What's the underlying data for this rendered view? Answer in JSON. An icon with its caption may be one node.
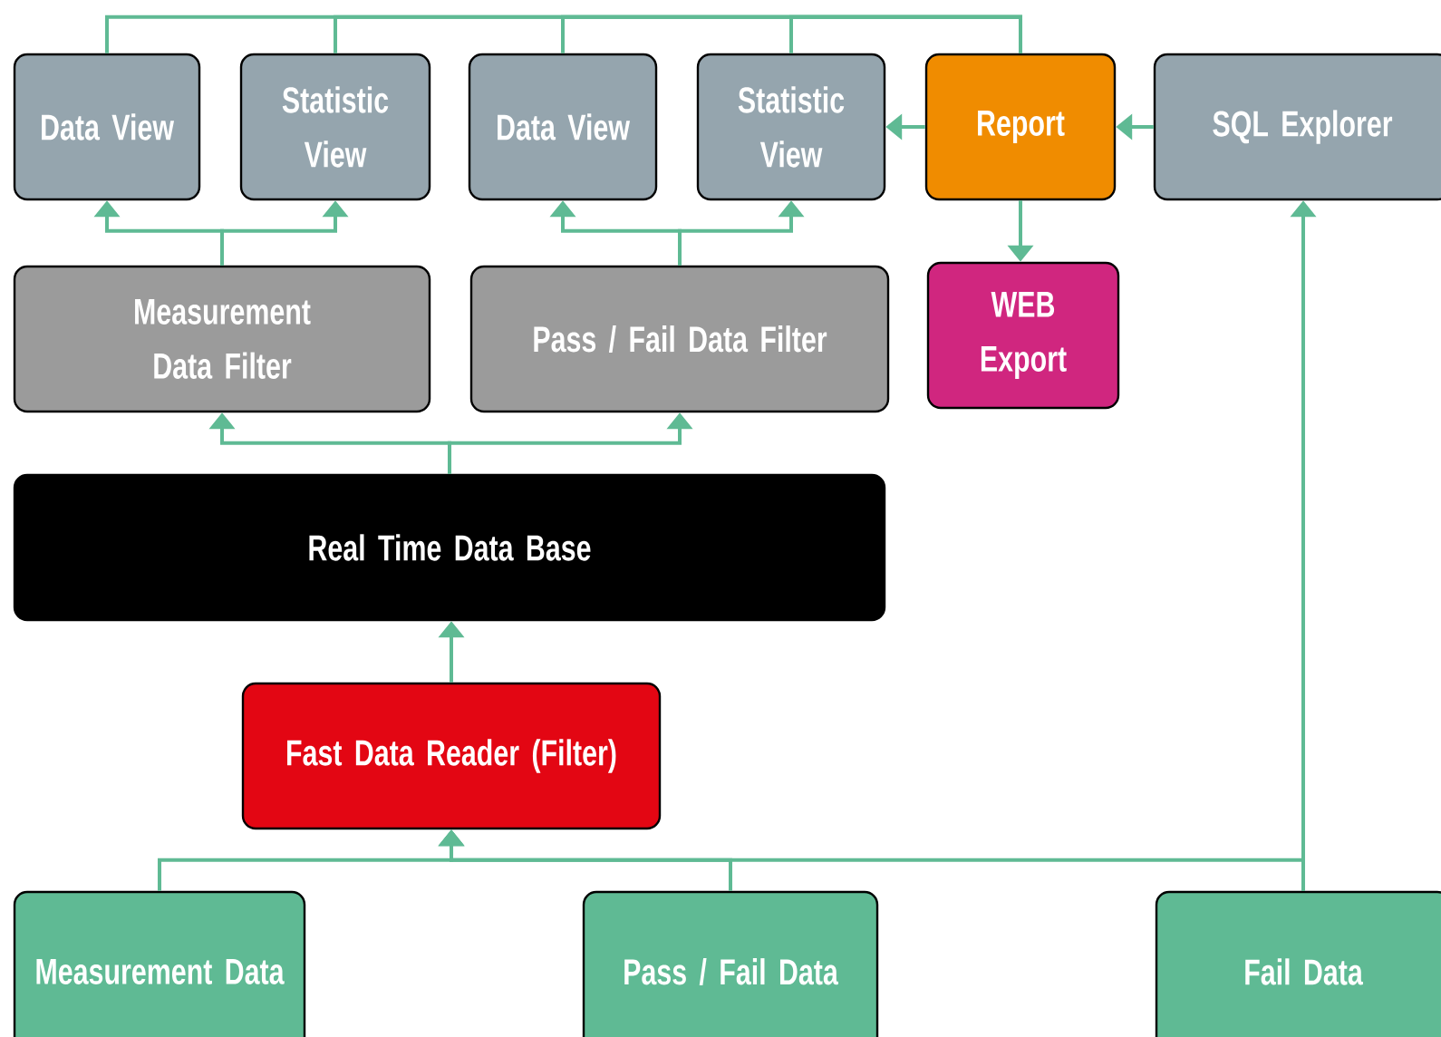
{
  "diagram": {
    "nodes": [
      {
        "text": [
          "Data View"
        ]
      },
      {
        "text": [
          "Statistic View"
        ]
      },
      {
        "text": [
          "Data View"
        ]
      },
      {
        "text": [
          "Statistic View"
        ]
      },
      {
        "text": [
          "Report"
        ]
      },
      {
        "text": [
          "SQL Explorer"
        ]
      },
      {
        "text": [
          "Measurement Data Filter"
        ]
      },
      {
        "text": [
          "Pass / Fail Data Filter"
        ]
      },
      {
        "text": [
          "WEB Export"
        ]
      },
      {
        "text": [
          "Real Time Data Base"
        ]
      },
      {
        "text": [
          "Fast Data Reader (Filter)"
        ]
      },
      {
        "text": [
          "Measurement Data"
        ]
      },
      {
        "text": [
          "Pass / Fail Data"
        ]
      },
      {
        "text": [
          "Fail Data"
        ]
      }
    ],
    "edges": [
      {
        "from": 4,
        "to": 0,
        "arrow": "none"
      },
      {
        "from": 4,
        "to": 1,
        "arrow": "none"
      },
      {
        "from": 4,
        "to": 2,
        "arrow": "none"
      },
      {
        "from": 4,
        "to": 3,
        "arrow": "none"
      },
      {
        "from": 4,
        "to": 3,
        "arrow": "to"
      },
      {
        "from": 5,
        "to": 4,
        "arrow": "to"
      },
      {
        "from": 4,
        "to": 8,
        "arrow": "to"
      },
      {
        "from": 6,
        "to": 0,
        "arrow": "to"
      },
      {
        "from": 6,
        "to": 1,
        "arrow": "to"
      },
      {
        "from": 7,
        "to": 2,
        "arrow": "to"
      },
      {
        "from": 7,
        "to": 3,
        "arrow": "to"
      },
      {
        "from": 9,
        "to": 6,
        "arrow": "to"
      },
      {
        "from": 9,
        "to": 7,
        "arrow": "to"
      },
      {
        "from": 10,
        "to": 9,
        "arrow": "to"
      },
      {
        "from": 11,
        "to": 10,
        "arrow": "to"
      },
      {
        "from": 12,
        "to": 10,
        "arrow": "to"
      },
      {
        "from": 13,
        "to": 10,
        "arrow": "to"
      },
      {
        "from": 13,
        "to": 5,
        "arrow": "to"
      }
    ]
  }
}
